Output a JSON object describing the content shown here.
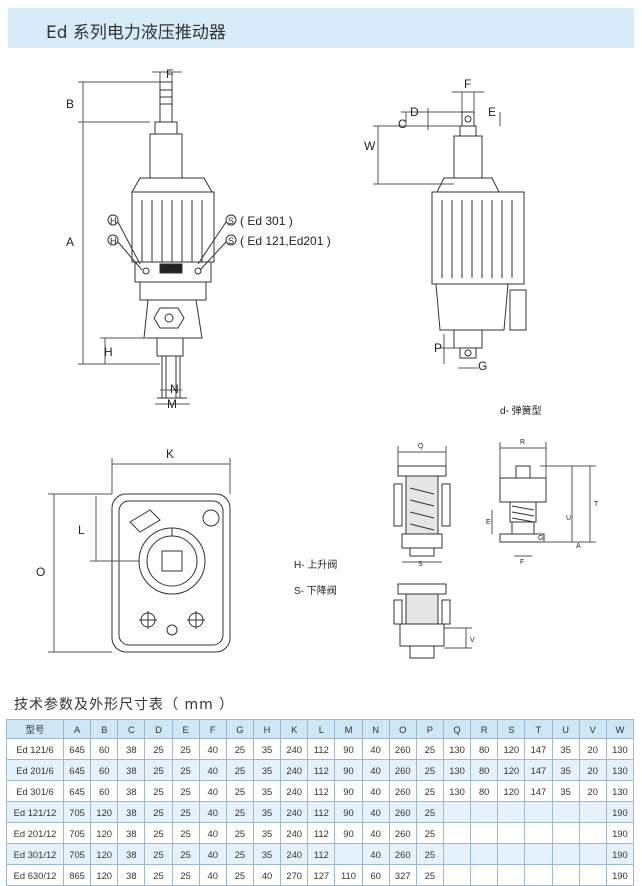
{
  "header": {
    "title": "Ed 系列电力液压推动器"
  },
  "diagram": {
    "front_view": {
      "dim_labels": [
        "F",
        "B",
        "A",
        "H",
        "N",
        "M"
      ],
      "valve_notes": [
        {
          "mark": "H",
          "side": "S",
          "text": "( Ed 301 )"
        },
        {
          "mark": "H",
          "side": "S",
          "text": "( Ed 121,Ed201 )"
        }
      ]
    },
    "side_view": {
      "dim_labels": [
        "F",
        "D",
        "E",
        "C",
        "W",
        "P",
        "G"
      ]
    },
    "top_view": {
      "dim_labels": [
        "K",
        "L",
        "O"
      ]
    },
    "legend": {
      "spring_type": "d-   弹簧型",
      "up_valve": "H- 上升阀",
      "down_valve": "S- 下降阀"
    },
    "detail_labels": {
      "q": "Q",
      "s": "S",
      "v": "V",
      "r": "R",
      "t": "T",
      "a": "A",
      "u": "U",
      "e": "E",
      "g": "G",
      "f": "F"
    }
  },
  "table": {
    "title": "技术参数及外形尺寸表（ mm ）",
    "headers": [
      "型号",
      "A",
      "B",
      "C",
      "D",
      "E",
      "F",
      "G",
      "H",
      "K",
      "L",
      "M",
      "N",
      "O",
      "P",
      "Q",
      "R",
      "S",
      "T",
      "U",
      "V",
      "W"
    ],
    "rows": [
      [
        "Ed 121/6",
        "645",
        "60",
        "38",
        "25",
        "25",
        "40",
        "25",
        "35",
        "240",
        "112",
        "90",
        "40",
        "260",
        "25",
        "130",
        "80",
        "120",
        "147",
        "35",
        "20",
        "130"
      ],
      [
        "Ed 201/6",
        "645",
        "60",
        "38",
        "25",
        "25",
        "40",
        "25",
        "35",
        "240",
        "112",
        "90",
        "40",
        "260",
        "25",
        "130",
        "80",
        "120",
        "147",
        "35",
        "20",
        "130"
      ],
      [
        "Ed 301/6",
        "645",
        "60",
        "38",
        "25",
        "25",
        "40",
        "25",
        "35",
        "240",
        "112",
        "90",
        "40",
        "260",
        "25",
        "130",
        "80",
        "120",
        "147",
        "35",
        "20",
        "130"
      ],
      [
        "Ed 121/12",
        "705",
        "120",
        "38",
        "25",
        "25",
        "40",
        "25",
        "35",
        "240",
        "112",
        "90",
        "40",
        "260",
        "25",
        "",
        "",
        "",
        "",
        "",
        "",
        "190"
      ],
      [
        "Ed 201/12",
        "705",
        "120",
        "38",
        "25",
        "25",
        "40",
        "25",
        "35",
        "240",
        "112",
        "90",
        "40",
        "260",
        "25",
        "",
        "",
        "",
        "",
        "",
        "",
        "190"
      ],
      [
        "Ed 301/12",
        "705",
        "120",
        "38",
        "25",
        "25",
        "40",
        "25",
        "35",
        "240",
        "112",
        "",
        "40",
        "260",
        "25",
        "",
        "",
        "",
        "",
        "",
        "",
        "190"
      ],
      [
        "Ed 630/12",
        "865",
        "120",
        "38",
        "25",
        "25",
        "40",
        "25",
        "40",
        "270",
        "127",
        "110",
        "60",
        "327",
        "25",
        "",
        "",
        "",
        "",
        "",
        "",
        "190"
      ]
    ]
  }
}
